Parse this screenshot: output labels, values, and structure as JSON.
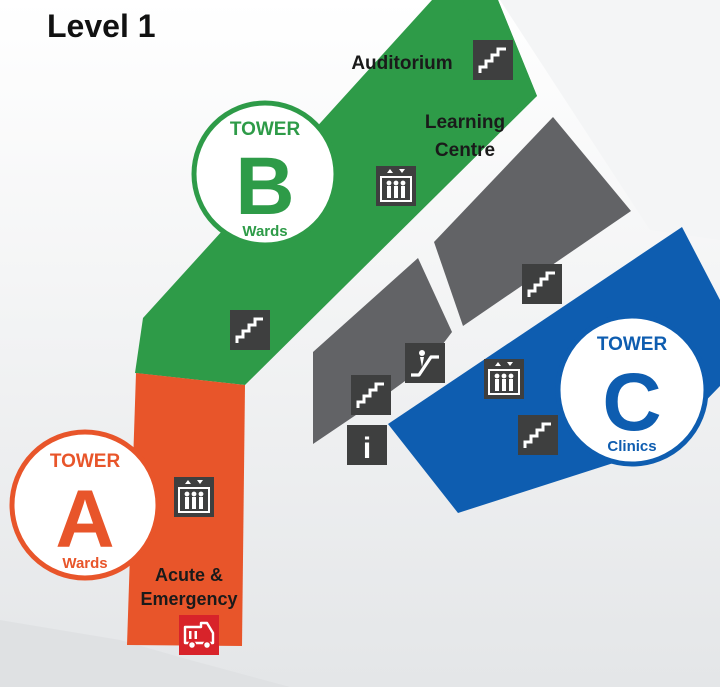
{
  "level_title": "Level 1",
  "towers": {
    "a": {
      "label": "TOWER",
      "letter": "A",
      "subtitle": "Wards"
    },
    "b": {
      "label": "TOWER",
      "letter": "B",
      "subtitle": "Wards"
    },
    "c": {
      "label": "TOWER",
      "letter": "C",
      "subtitle": "Clinics"
    }
  },
  "places": {
    "auditorium": "Auditorium",
    "learning_centre_line1": "Learning",
    "learning_centre_line2": "Centre",
    "acute_line1": "Acute &",
    "acute_line2": "Emergency"
  },
  "icons": {
    "stairs": "stairs-icon",
    "lift": "lift-icon",
    "escalator": "escalator-icon",
    "info": "info-icon",
    "info_glyph": "i",
    "ambulance": "ambulance-icon"
  },
  "colors": {
    "tower_a": "#E8552A",
    "tower_b": "#2E9B48",
    "tower_c": "#0E5DB0",
    "buildings_grey": "#626366",
    "icon_bg": "#3E3F3F",
    "emergency_red": "#D8232A",
    "background": "#F2F3F5"
  }
}
